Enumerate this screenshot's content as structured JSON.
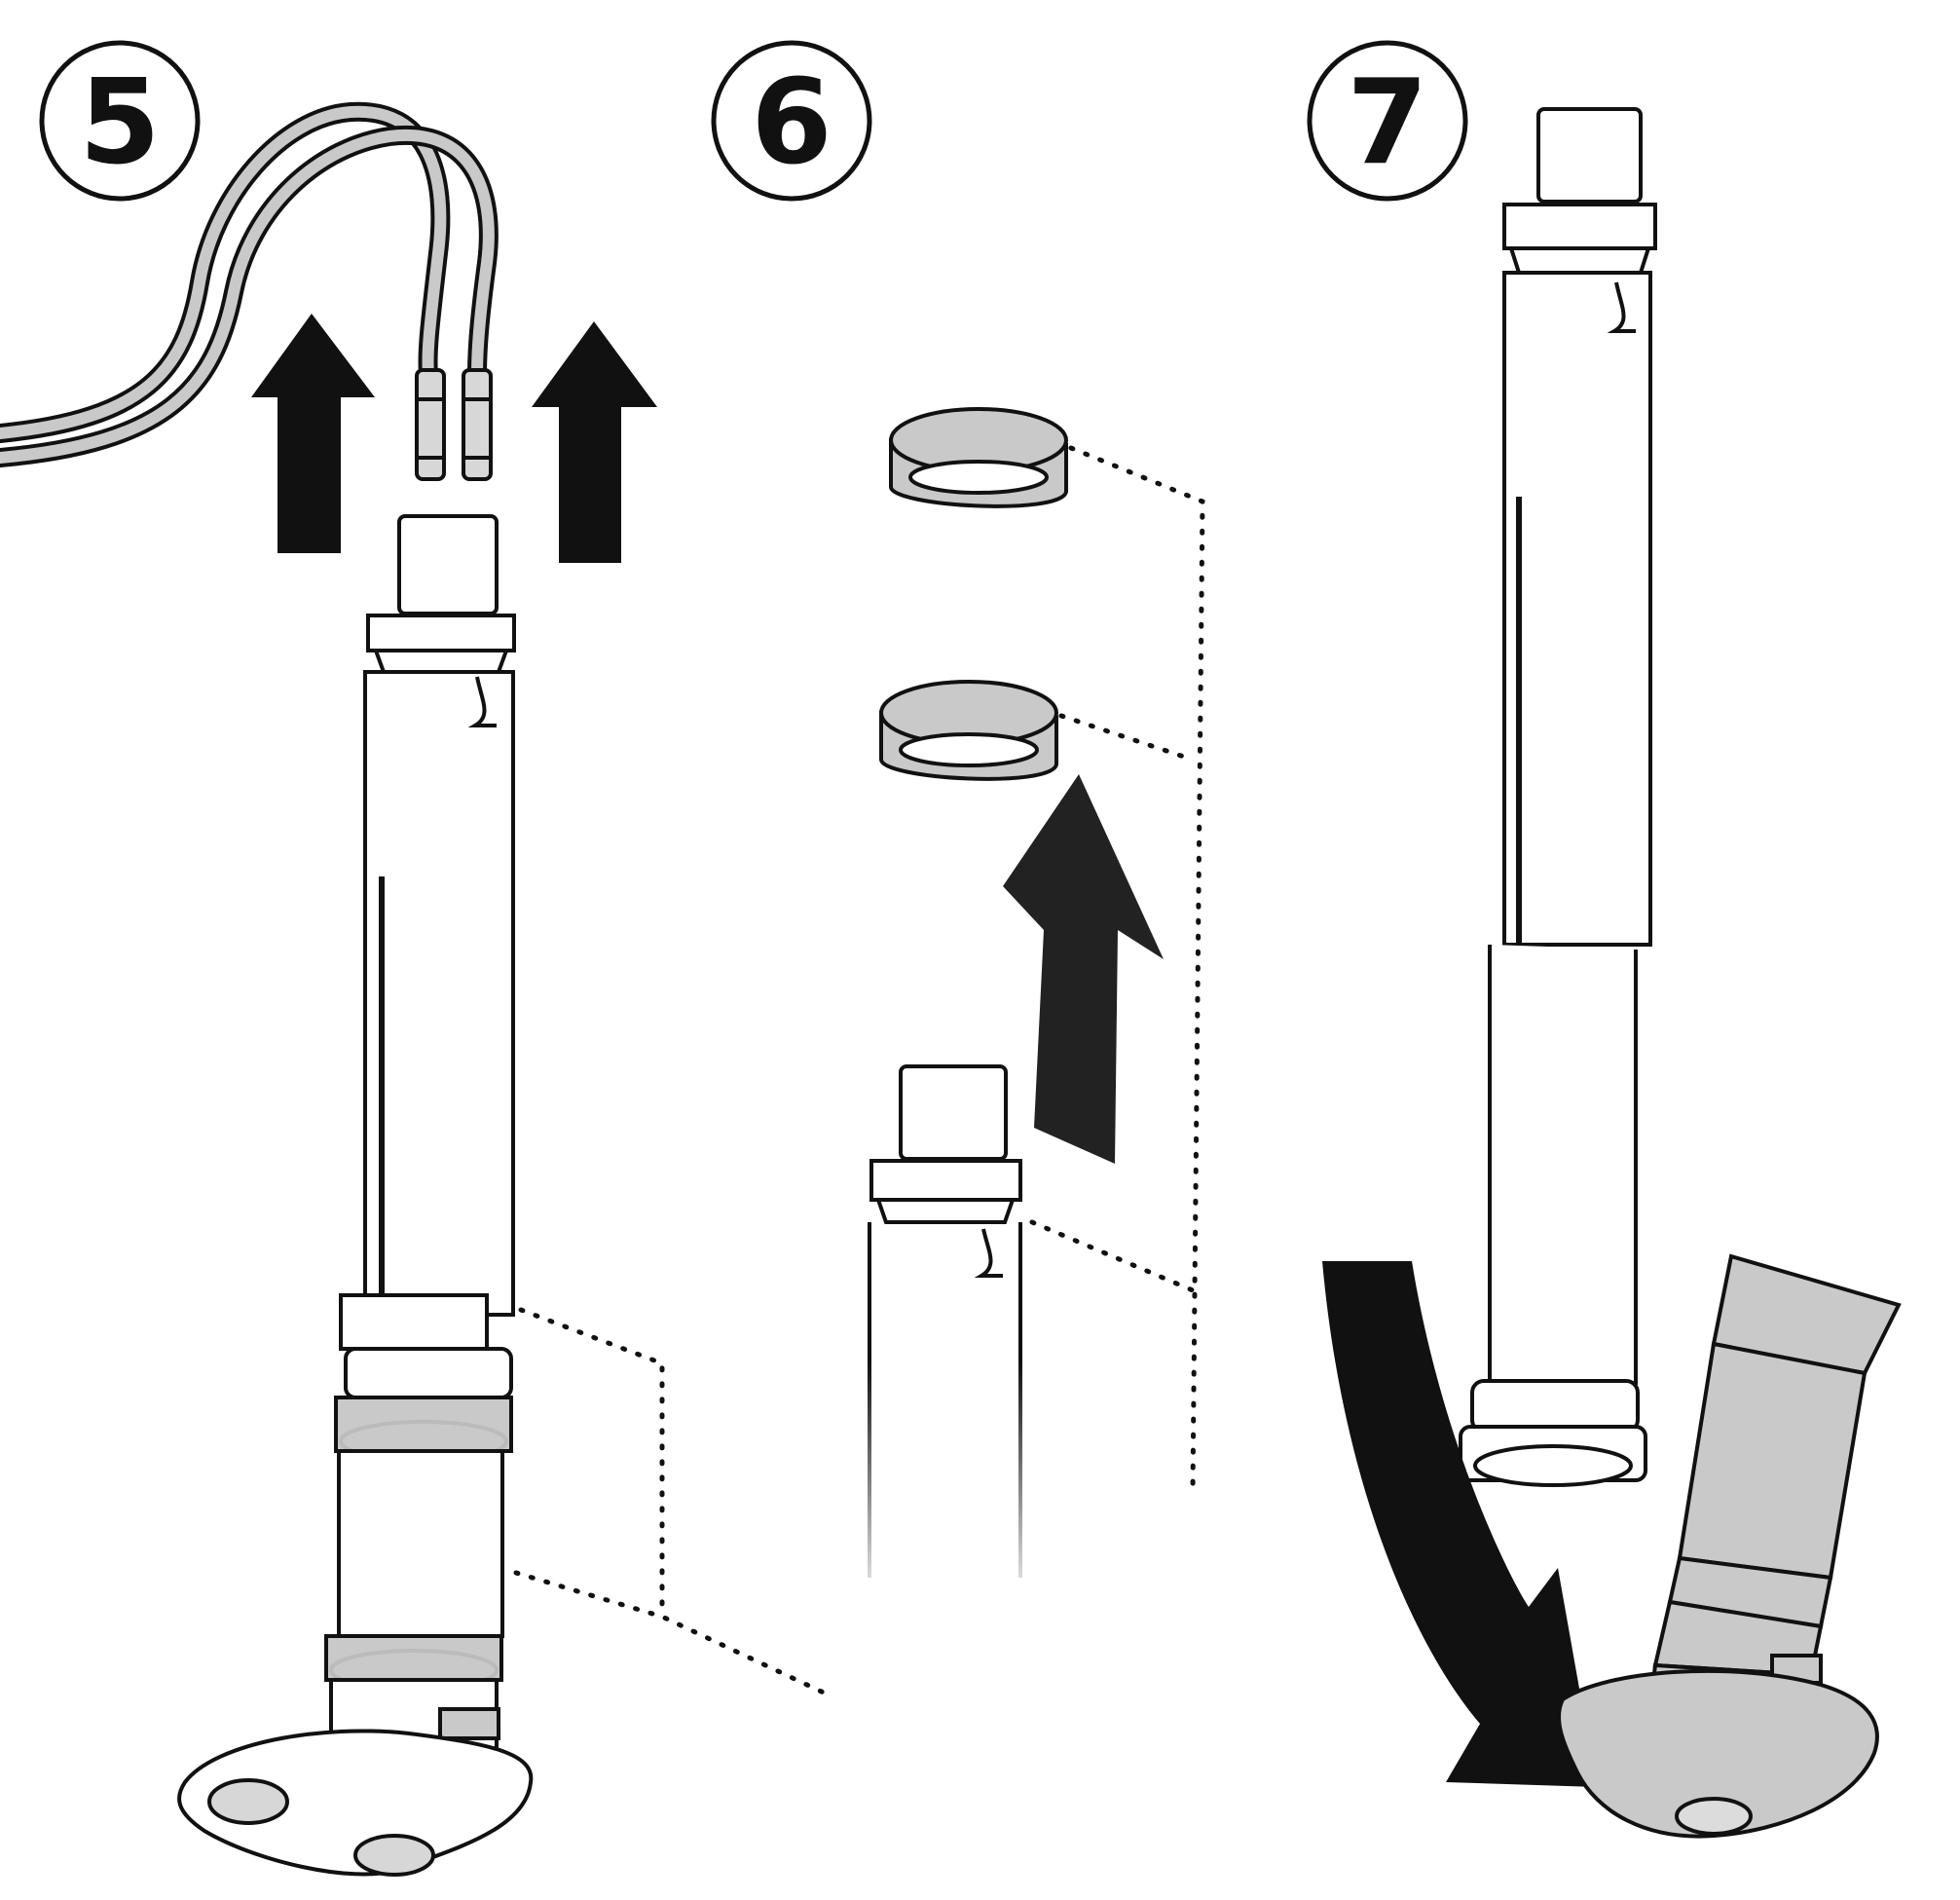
{
  "steps": [
    {
      "number": "5"
    },
    {
      "number": "6"
    },
    {
      "number": "7"
    }
  ],
  "colors": {
    "line": "#111111",
    "part_gray": "#c9c9c9",
    "light_gray": "#dcdcdc",
    "background": "#ffffff"
  }
}
